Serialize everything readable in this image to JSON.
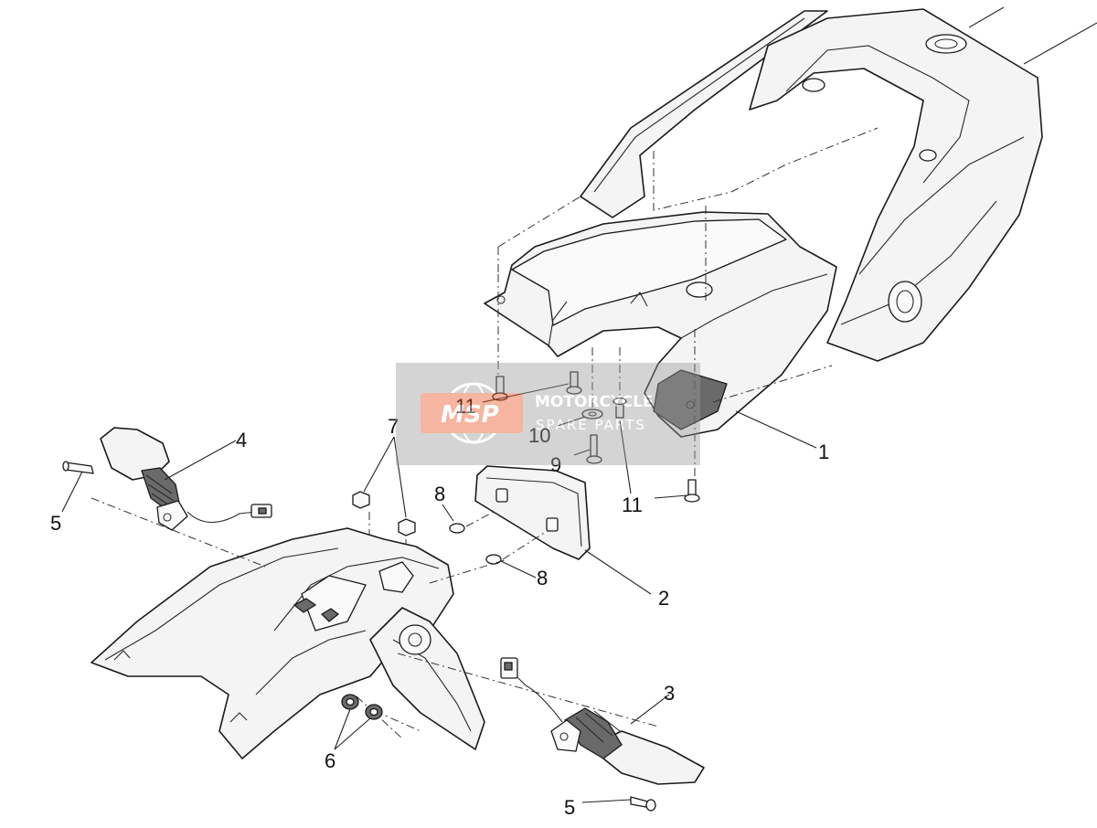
{
  "callouts": {
    "c1": "1",
    "c2": "2",
    "c3": "3",
    "c4": "4",
    "c5a": "5",
    "c5b": "5",
    "c6": "6",
    "c7": "7",
    "c8a": "8",
    "c8b": "8",
    "c9": "9",
    "c10": "10",
    "c11a": "11",
    "c11b": "11"
  },
  "watermark": {
    "logo": "MSP",
    "line1": "MOTORCYCLE",
    "line2": "SPARE PARTS",
    "color": "#e8501e"
  }
}
